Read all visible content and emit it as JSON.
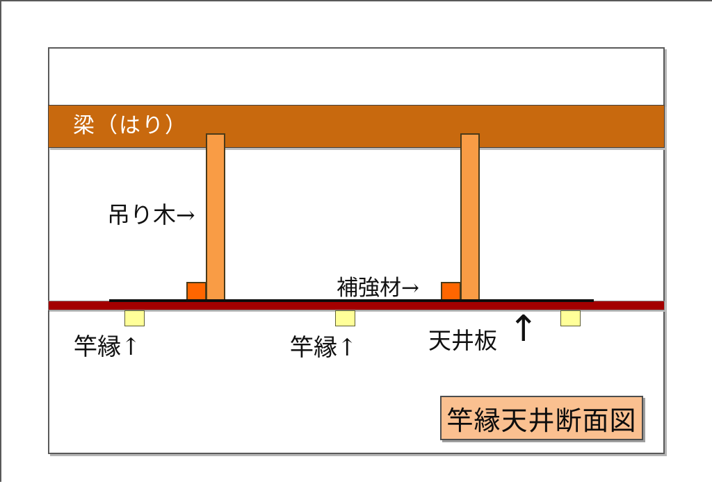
{
  "labels": {
    "beam": "梁（はり）",
    "hanging_rod": "吊り木→",
    "reinforcement": "補強材→",
    "saobuchi_left": "竿縁↑",
    "saobuchi_center": "竿縁↑",
    "ceiling_board": "天井板",
    "ceiling_board_arrow": "↑"
  },
  "title_box": {
    "text": "竿縁天井断面図"
  },
  "colors": {
    "beam": "#C8690E",
    "hanging_rod": "#F99C45",
    "reinforcement": "#FF6600",
    "ceiling_board": "#A30000",
    "saobuchi": "#FFFF99",
    "title_box": "#FAC090"
  }
}
